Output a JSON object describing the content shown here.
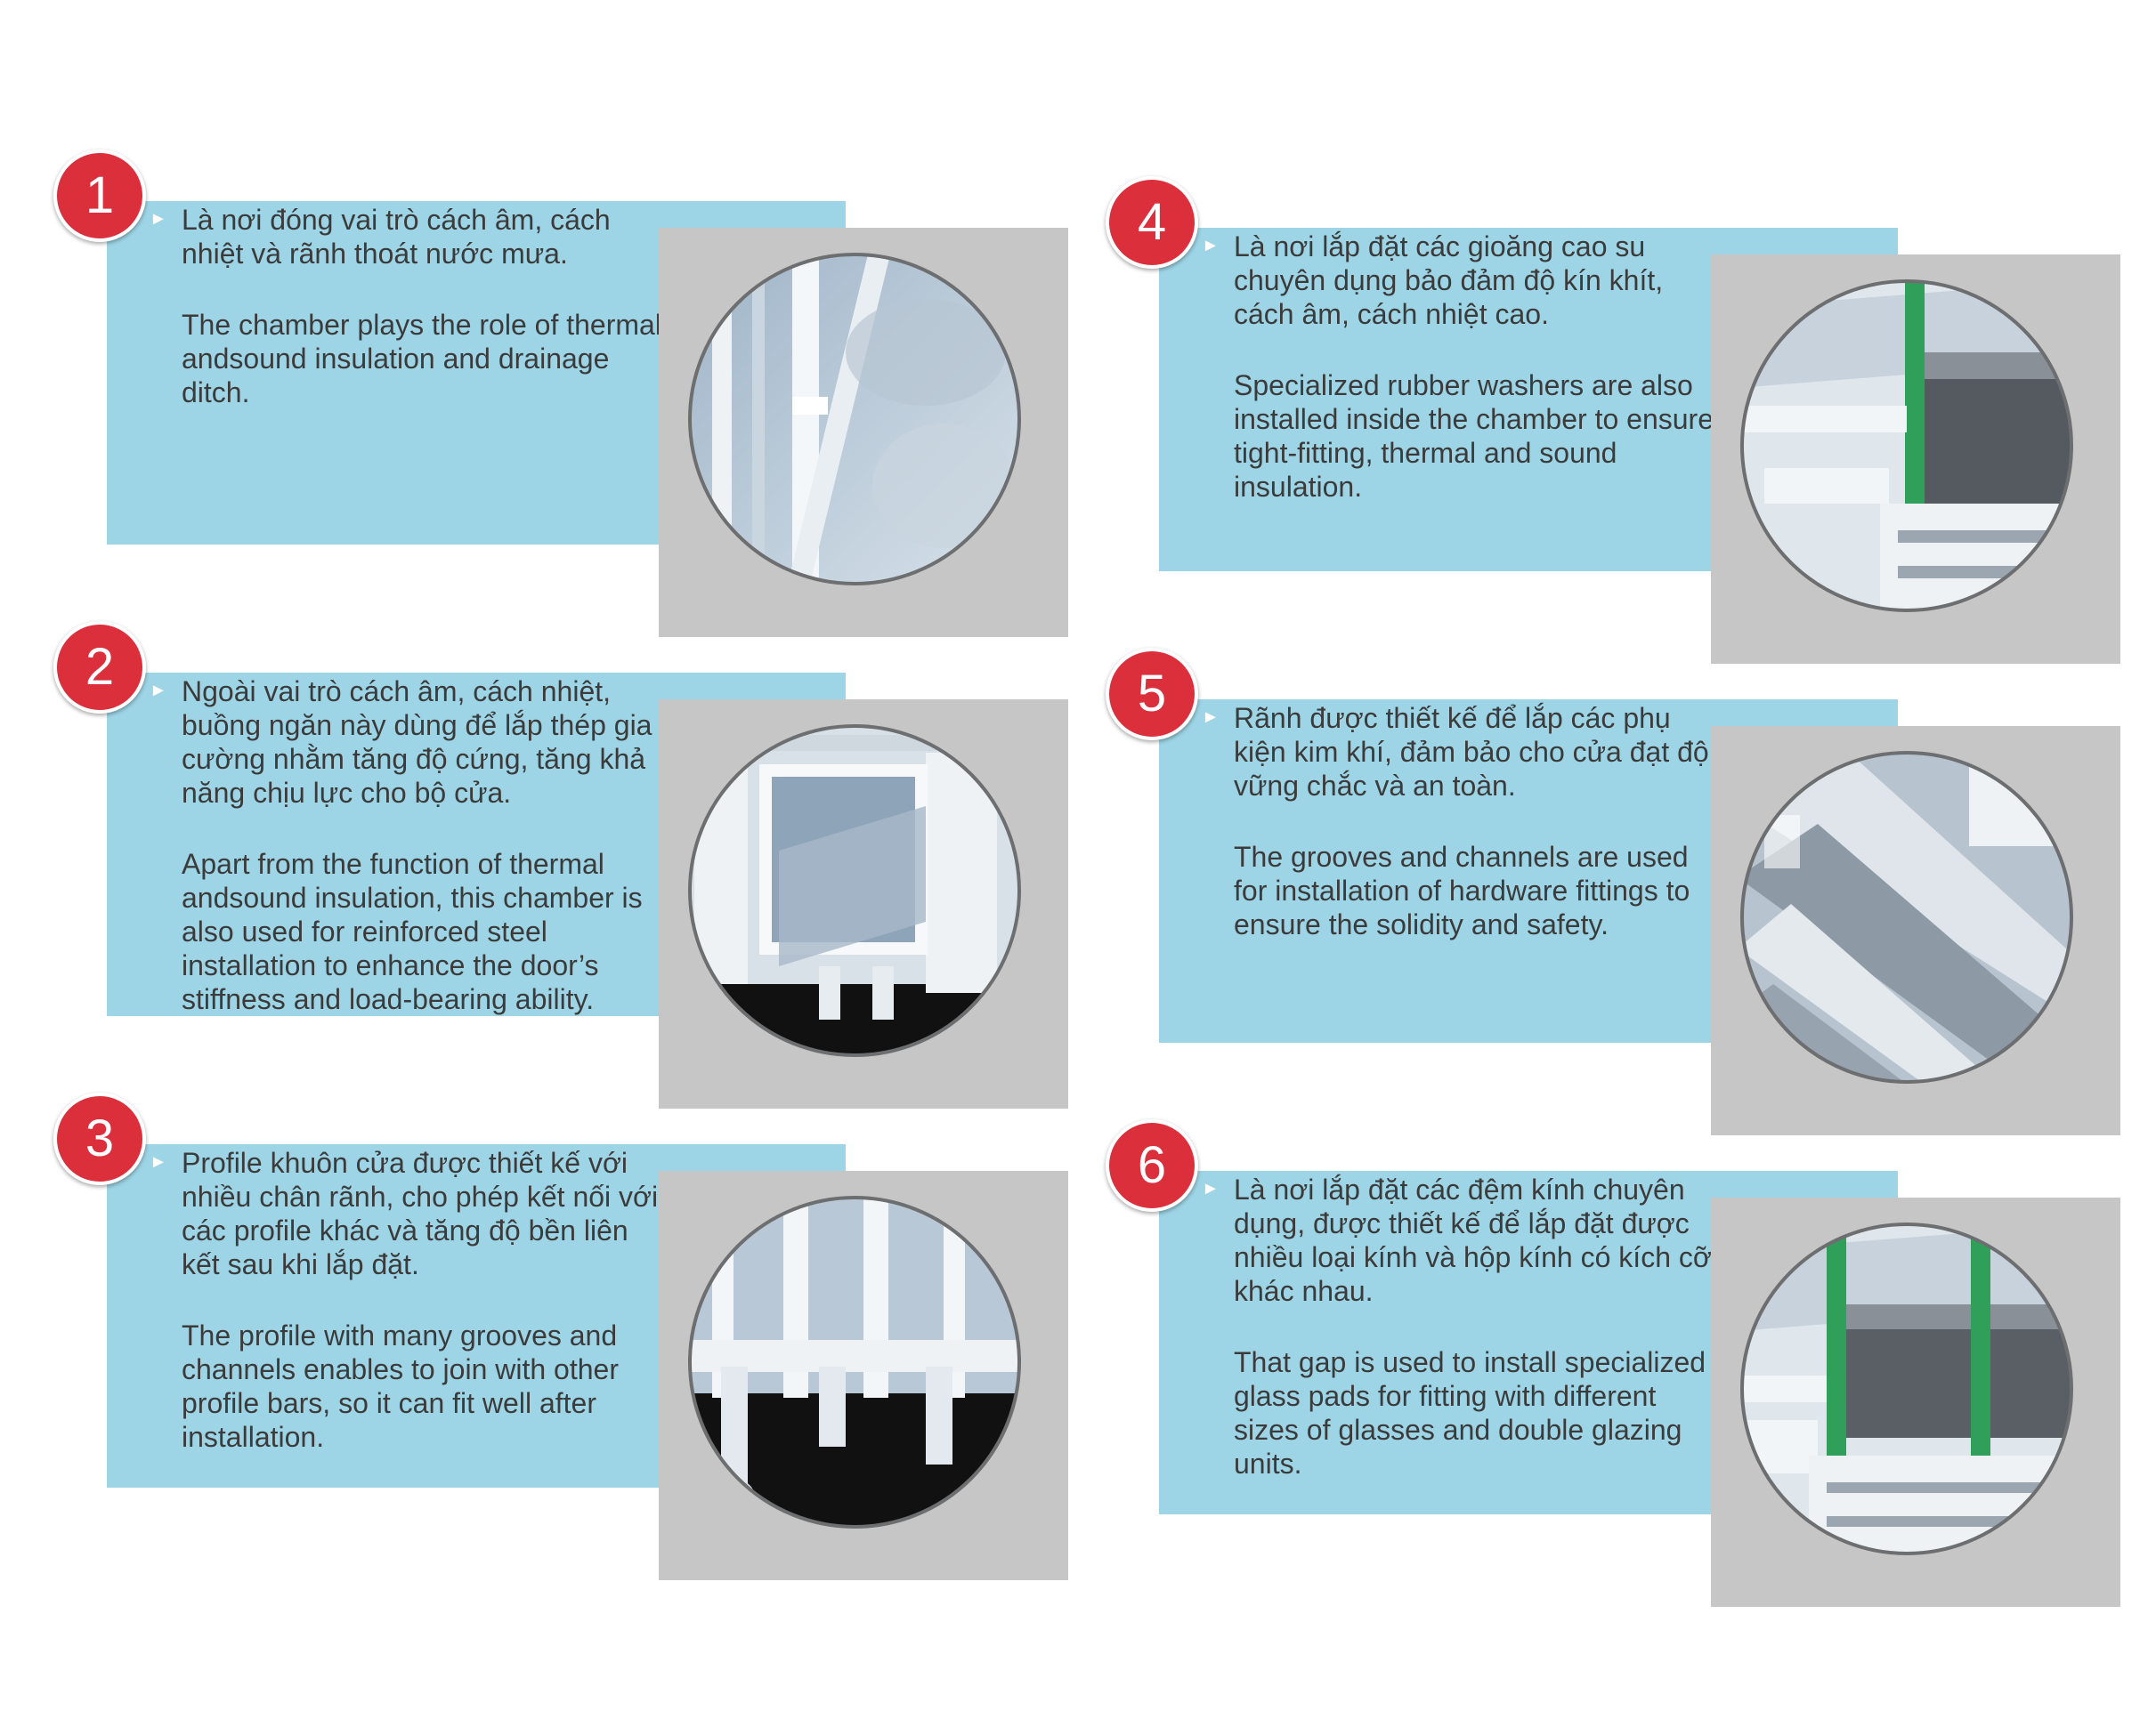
{
  "bullet_glyph": "►",
  "colors": {
    "panel": "#9dd5e7",
    "badge": "#dc2f3c",
    "photo_bg": "#c6c6c7",
    "text": "#3b3b3b"
  },
  "items": [
    {
      "number": "1",
      "vi": "Là nơi đóng vai trò cách âm, cách nhiệt và rãnh thoát nước mưa.",
      "en": "The chamber plays the role of thermal  andsound insulation and drainage ditch.",
      "image_icon": "chamber-cross-section-icon"
    },
    {
      "number": "2",
      "vi": "Ngoài vai trò cách âm, cách nhiệt, buồng ngăn này dùng để lắp thép gia cường nhằm tăng độ cứng, tăng khả năng chịu lực cho bộ cửa.",
      "en": "Apart from the function of thermal andsound insulation, this chamber is also used for reinforced steel installation to enhance the door’s stiffness and load-bearing ability.",
      "image_icon": "steel-reinforcement-chamber-icon"
    },
    {
      "number": "3",
      "vi": "Profile khuôn cửa được thiết kế với nhiều chân rãnh, cho phép kết nối với các profile khác và tăng độ bền liên kết sau khi lắp đặt.",
      "en": "The profile with many grooves and channels enables to join with other profile bars, so it can fit well after installation.",
      "image_icon": "profile-grooves-icon"
    },
    {
      "number": "4",
      "vi": "Là nơi lắp đặt các gioăng cao su chuyên dụng bảo đảm độ kín khít, cách âm, cách nhiệt cao.",
      "en": "Specialized rubber washers are also installed inside the chamber to ensure tight-fitting, thermal and sound insulation.",
      "image_icon": "rubber-gasket-glass-icon"
    },
    {
      "number": "5",
      "vi": "Rãnh được thiết kế để lắp các phụ kiện kim khí, đảm bảo cho cửa đạt độ vững chắc và an toàn.",
      "en": "The grooves and channels are used for installation of hardware fittings to ensure the solidity and safety.",
      "image_icon": "hardware-channel-icon"
    },
    {
      "number": "6",
      "vi": "Là nơi lắp đặt các đệm kính chuyên dụng, được thiết kế để lắp đặt được nhiều loại kính và hộp kính có kích cỡ khác nhau.",
      "en": "That gap is used to install specialized glass pads for fitting with different sizes of glasses and double glazing units.",
      "image_icon": "double-glazing-pads-icon"
    }
  ]
}
